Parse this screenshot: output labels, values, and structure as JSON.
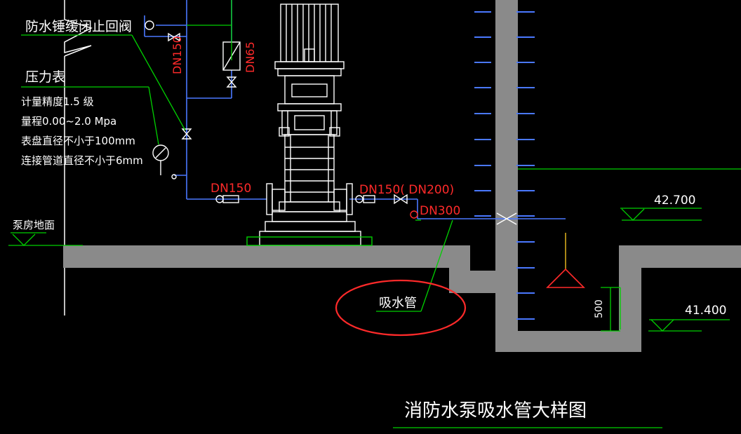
{
  "drawing_title": "消防水泵吸水管大样图",
  "labels": {
    "check_valve": "防水锤缓闭止回阀",
    "pressure_gauge": "压力表",
    "gauge_spec_1": "计量精度1.5  级",
    "gauge_spec_2": "量程0.00~2.0 Mpa",
    "gauge_spec_3": "表盘直径不小于100mm",
    "gauge_spec_4": "连接管道直径不小于6mm",
    "pump_room_floor": "泵房地面",
    "suction_pipe": "吸水管",
    "dim_500": "500"
  },
  "pipe_sizes": {
    "riser_dn150": "DN150",
    "branch_dn65": "DN65",
    "discharge_dn150": "DN150",
    "suction_dn150_200": "DN150( DN200)",
    "suction_dn300": "DN300"
  },
  "elevations": {
    "upper": "42.700",
    "lower": "41.400"
  },
  "colors": {
    "background": "#000000",
    "linework": "#ffffff",
    "pipe": "#4a78ff",
    "leader": "#00d000",
    "annotation": "#ff2a2a",
    "concrete": "#8a8a8a"
  }
}
